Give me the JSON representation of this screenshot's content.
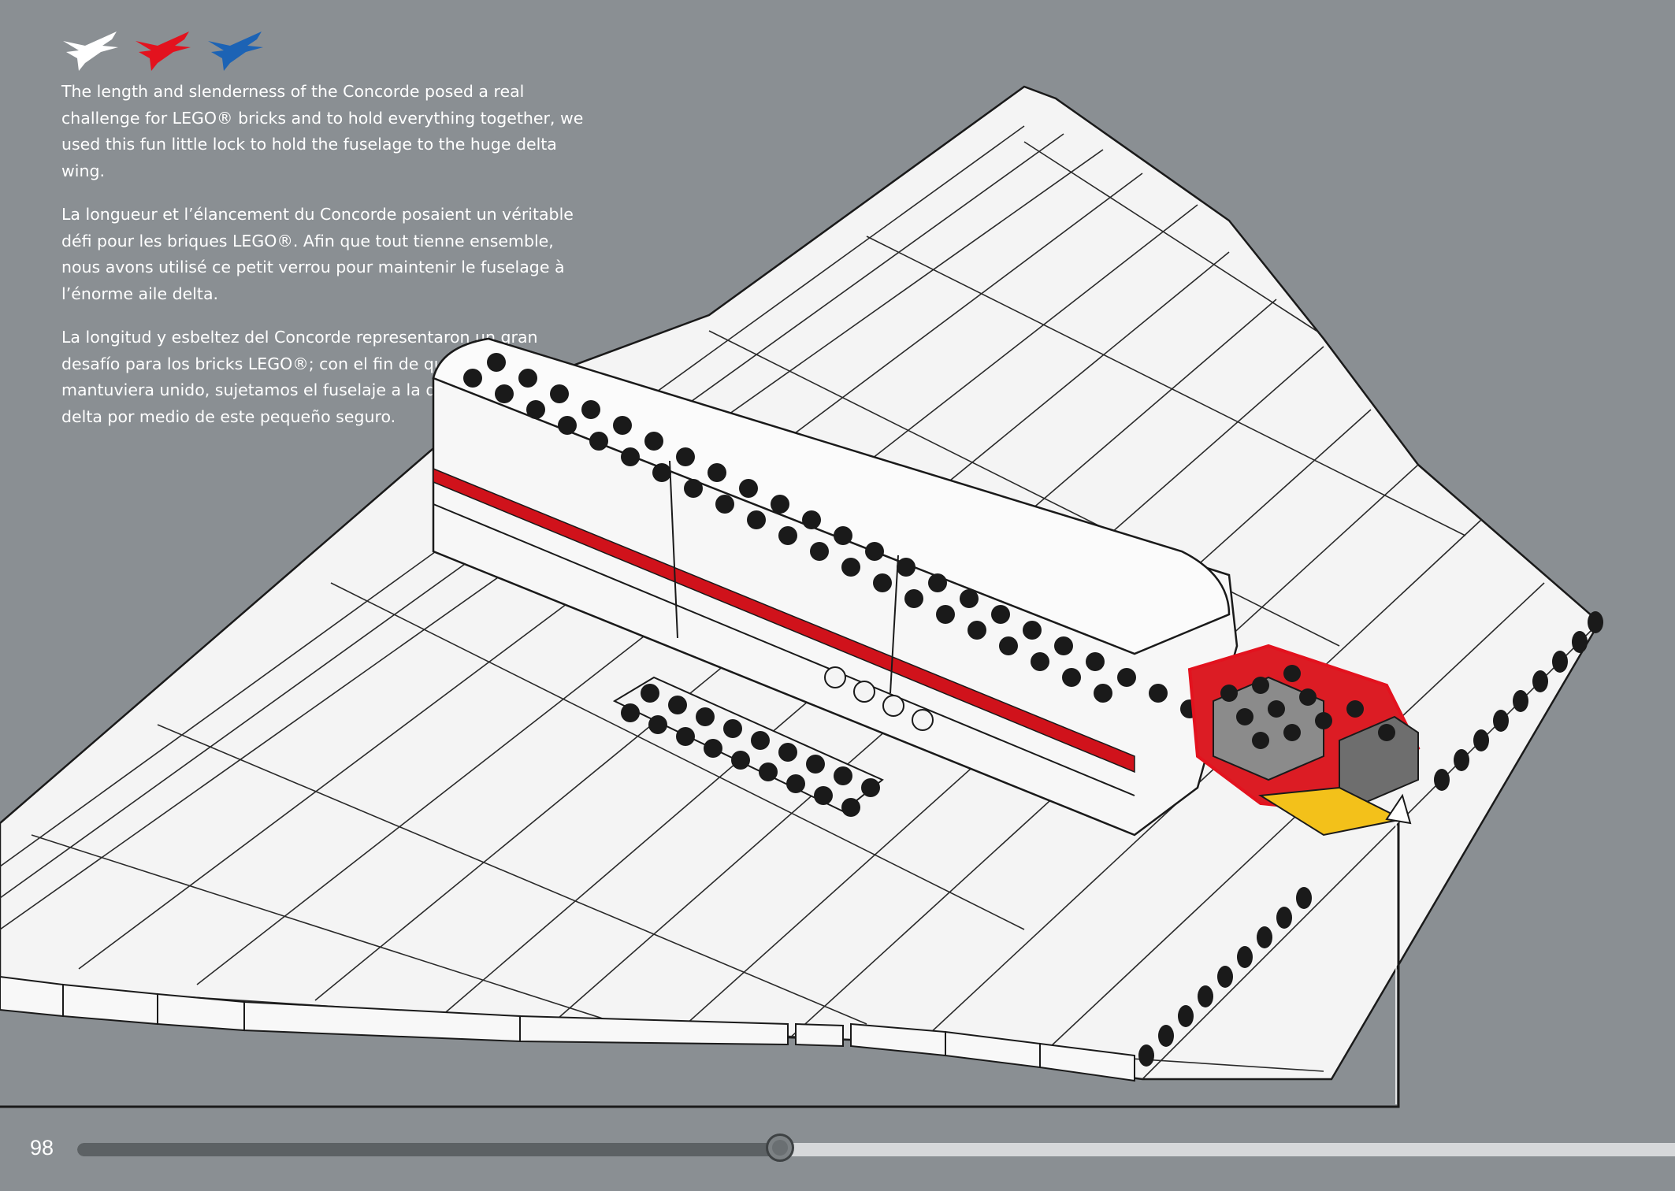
{
  "header": {
    "icons": [
      {
        "name": "white-concorde-icon",
        "color": "#ffffff"
      },
      {
        "name": "red-concorde-icon",
        "color": "#e3121e"
      },
      {
        "name": "blue-concorde-icon",
        "color": "#1c63b5"
      }
    ]
  },
  "descriptions": {
    "english": "The length and slenderness of the Concorde posed a real challenge for LEGO® bricks and to hold everything together, we used this fun little lock to hold the fuselage to the huge delta wing.",
    "french": "La longueur et l’élancement du Concorde posaient un véritable défi pour les briques LEGO®. Afin que tout tienne ensemble, nous avons utilisé ce petit verrou pour maintenir le fuselage à l’énorme aile delta.",
    "spanish": "La longitud y esbeltez del Concorde representaron un gran desafío para los bricks LEGO®; con el fin de que todo se mantuviera unido, sujetamos el fuselaje a la descomunal ala en delta por medio de este pequeño seguro."
  },
  "footer": {
    "page_number": "98",
    "progress": 0.44
  },
  "colors": {
    "background": "#8a8f93",
    "brick_white": "#f4f4f4",
    "brick_red": "#d0121b",
    "highlight": "#e3121e"
  }
}
